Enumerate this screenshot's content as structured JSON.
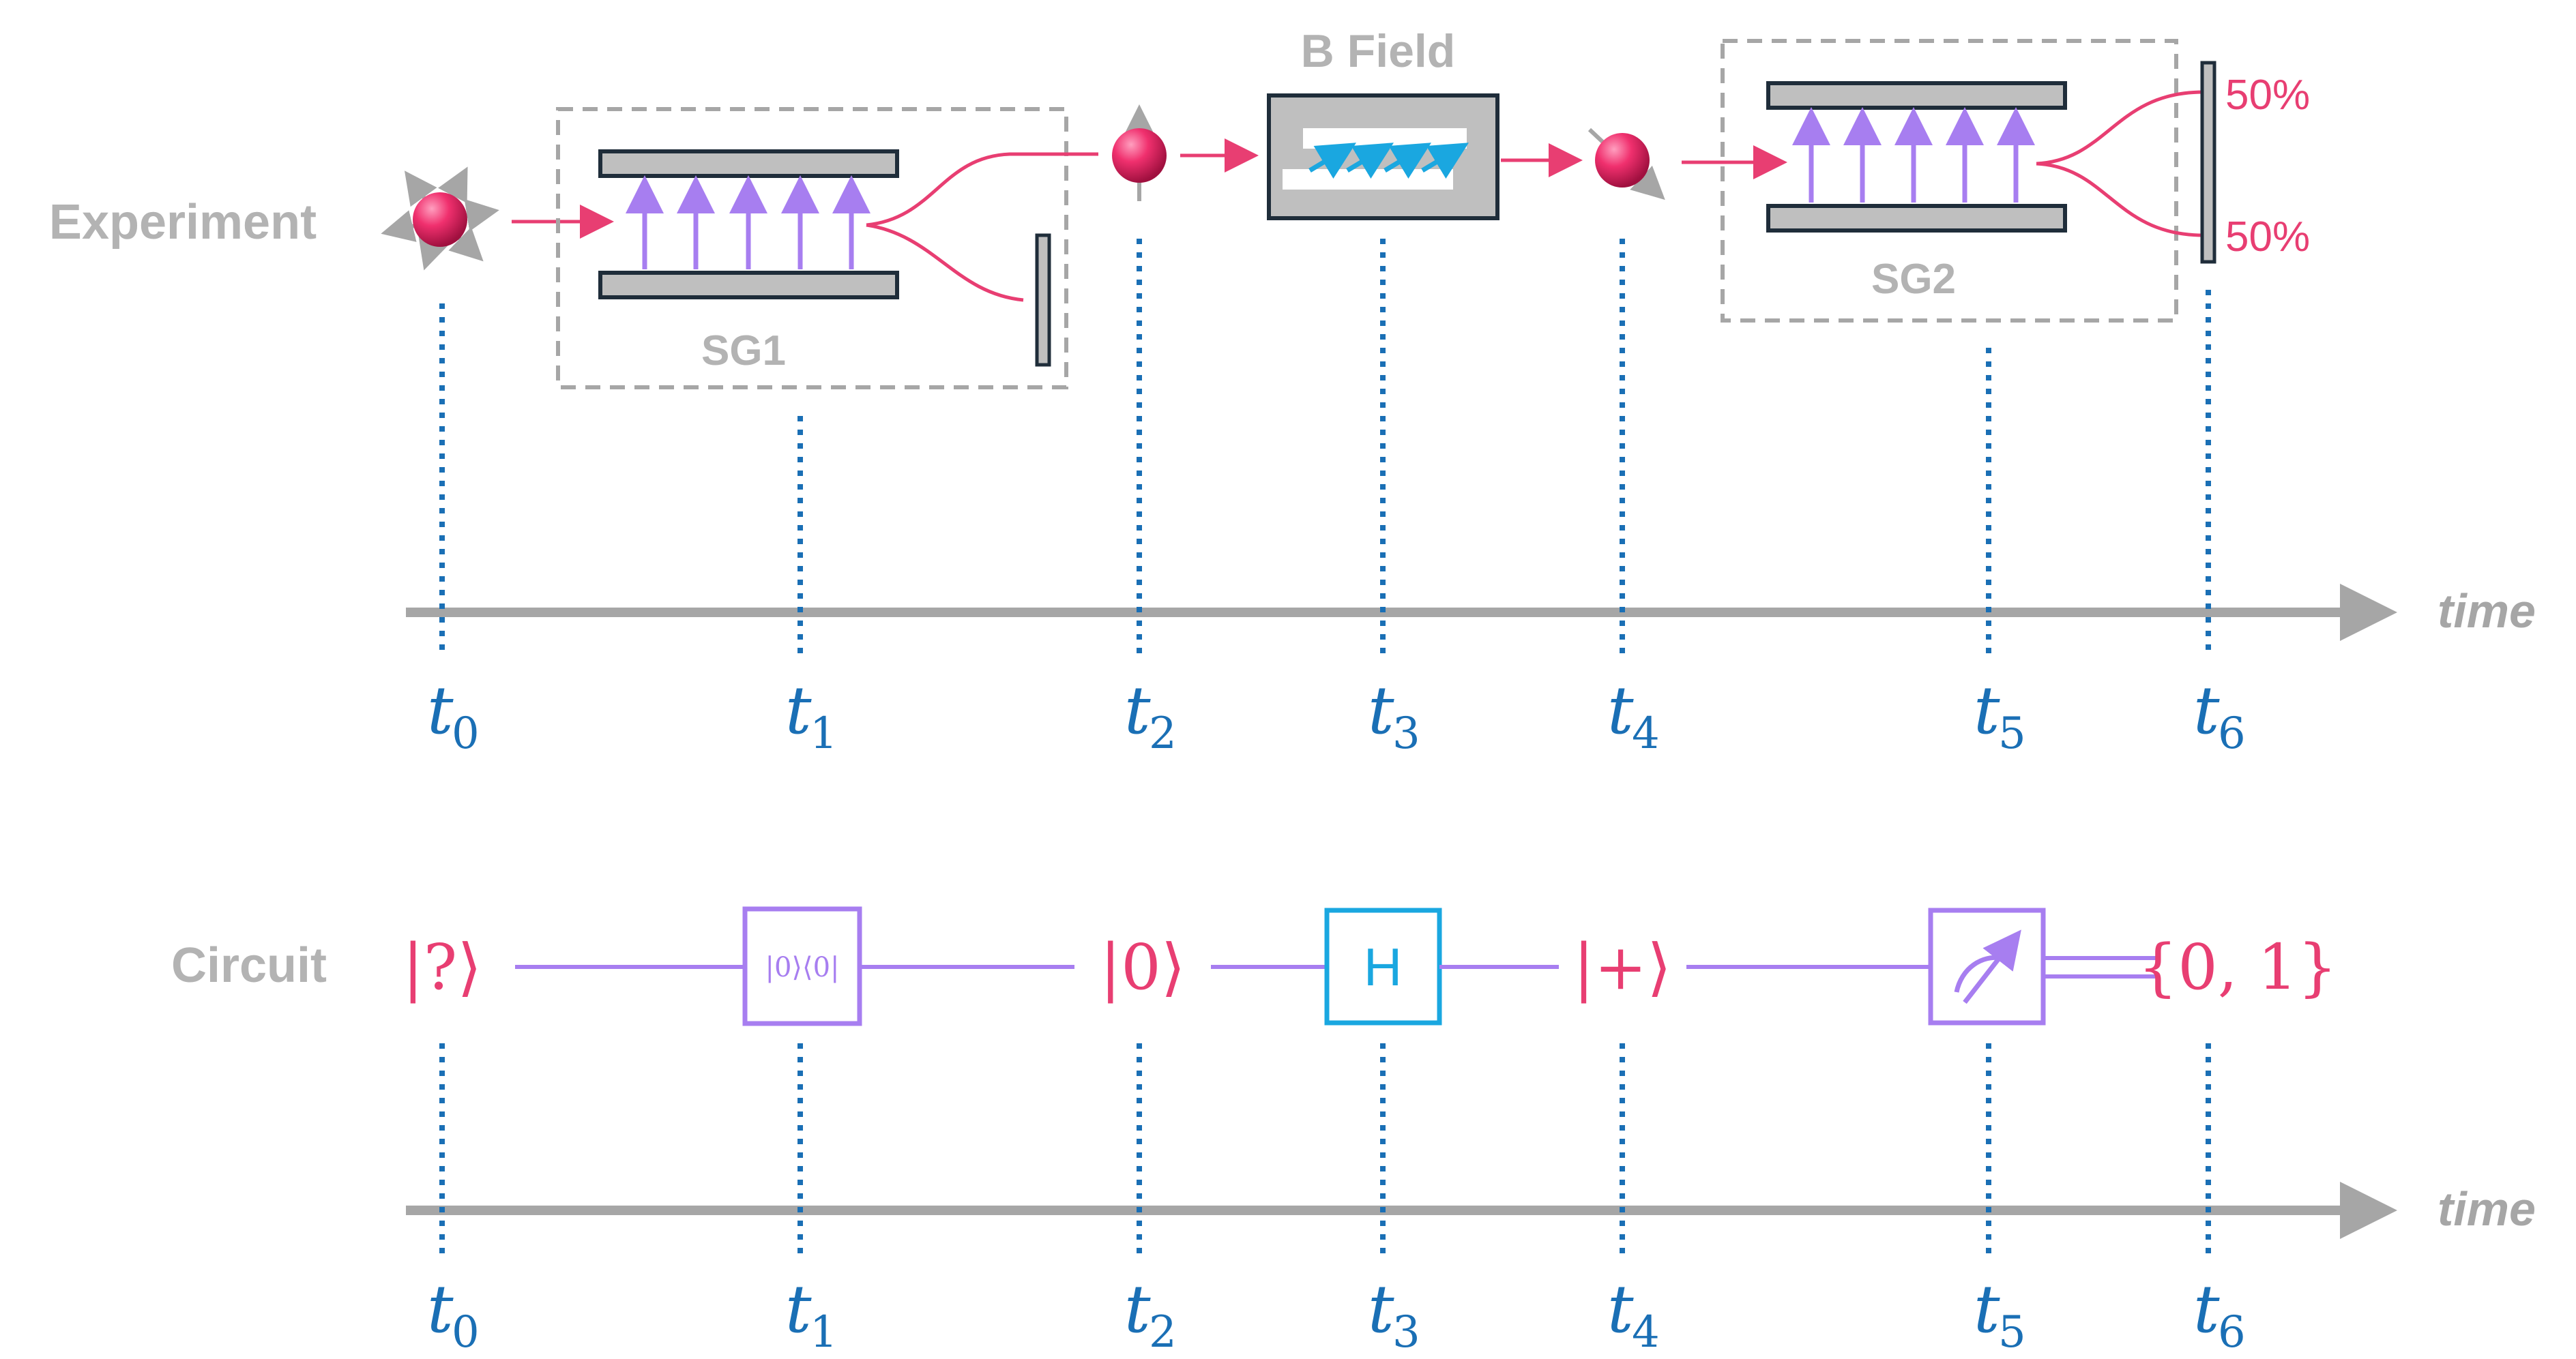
{
  "experiment": {
    "row_label": "Experiment",
    "sg1_label": "SG1",
    "sg2_label": "SG2",
    "bfield_label": "B Field",
    "outcome_top": "50%",
    "outcome_bottom": "50%",
    "axis_label": "time"
  },
  "circuit": {
    "row_label": "Circuit",
    "input_state": "|?⟩",
    "projector_label": "|0⟩⟨0|",
    "state_after_sg1": "|0⟩",
    "gate_label": "H",
    "state_after_gate": "|+⟩",
    "output": "{0, 1}",
    "axis_label": "time"
  },
  "time_ticks": [
    {
      "t": "t",
      "sub": "0"
    },
    {
      "t": "t",
      "sub": "1"
    },
    {
      "t": "t",
      "sub": "2"
    },
    {
      "t": "t",
      "sub": "3"
    },
    {
      "t": "t",
      "sub": "4"
    },
    {
      "t": "t",
      "sub": "5"
    },
    {
      "t": "t",
      "sub": "6"
    }
  ],
  "colors": {
    "accent_pink": "#e83e72",
    "field_purple": "#a77ef0",
    "tick_blue": "#1a6fb5",
    "gate_cyan": "#1aa7e0",
    "axis_gray": "#a6a6a6",
    "box_gray": "#a6a6a6"
  },
  "icons": [
    "particle-icon",
    "meter-icon"
  ]
}
